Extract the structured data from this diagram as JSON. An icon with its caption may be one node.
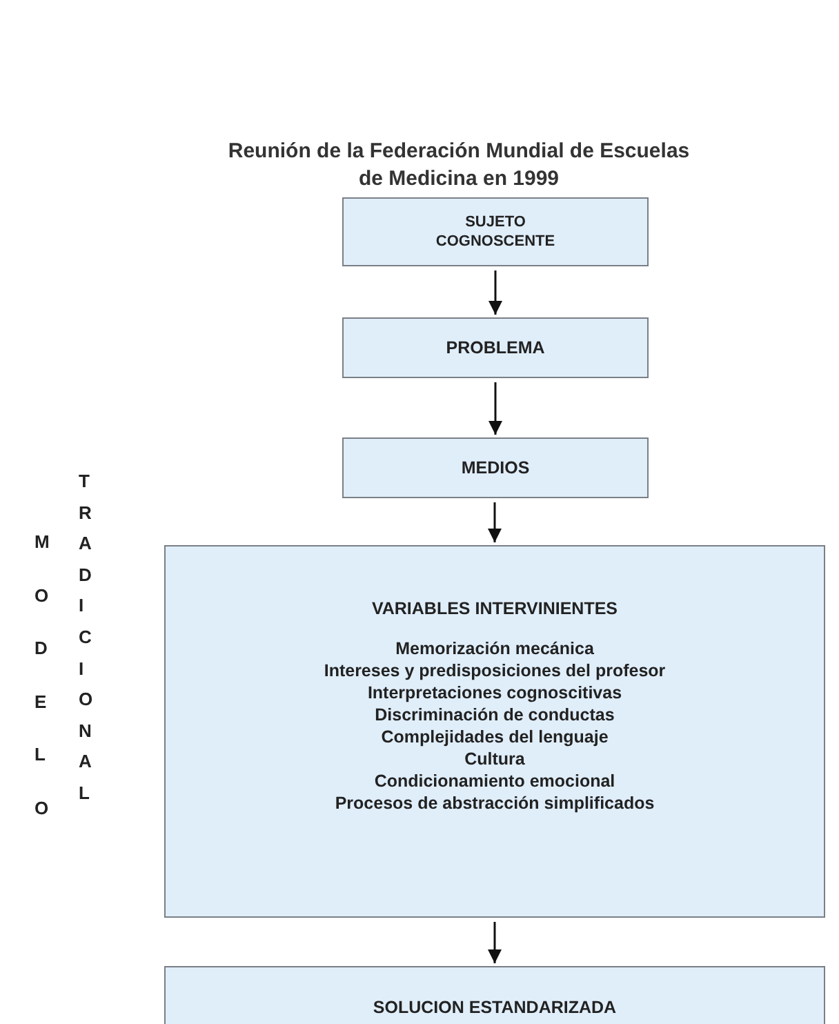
{
  "diagram": {
    "title": "Reunión de la Federación Mundial de Escuelas de Medicina en 1999",
    "nodes": [
      {
        "text": [
          "SUJETO COGNOSCENTE"
        ]
      },
      {
        "text": [
          "PROBLEMA"
        ]
      },
      {
        "text": [
          "MEDIOS"
        ]
      },
      {
        "text": [
          "VARIABLES INTERVINIENTES",
          "Memorización mecánica",
          "Intereses y predisposiciones del profesor",
          "Interpretaciones cognoscitivas",
          "Discriminación de conductas",
          "Complejidades del lenguaje",
          "Cultura",
          "Condicionamiento emocional",
          "Procesos de abstracción simplificados"
        ]
      },
      {
        "text": [
          "SOLUCION ESTANDARIZADA"
        ]
      }
    ],
    "edges": [
      {
        "from": 0,
        "to": 1,
        "arrow": "to"
      },
      {
        "from": 1,
        "to": 2,
        "arrow": "to"
      },
      {
        "from": 2,
        "to": 3,
        "arrow": "to"
      },
      {
        "from": 3,
        "to": 4,
        "arrow": "to"
      }
    ],
    "labels": [
      "MODELO",
      "TRADICIONAL"
    ]
  }
}
